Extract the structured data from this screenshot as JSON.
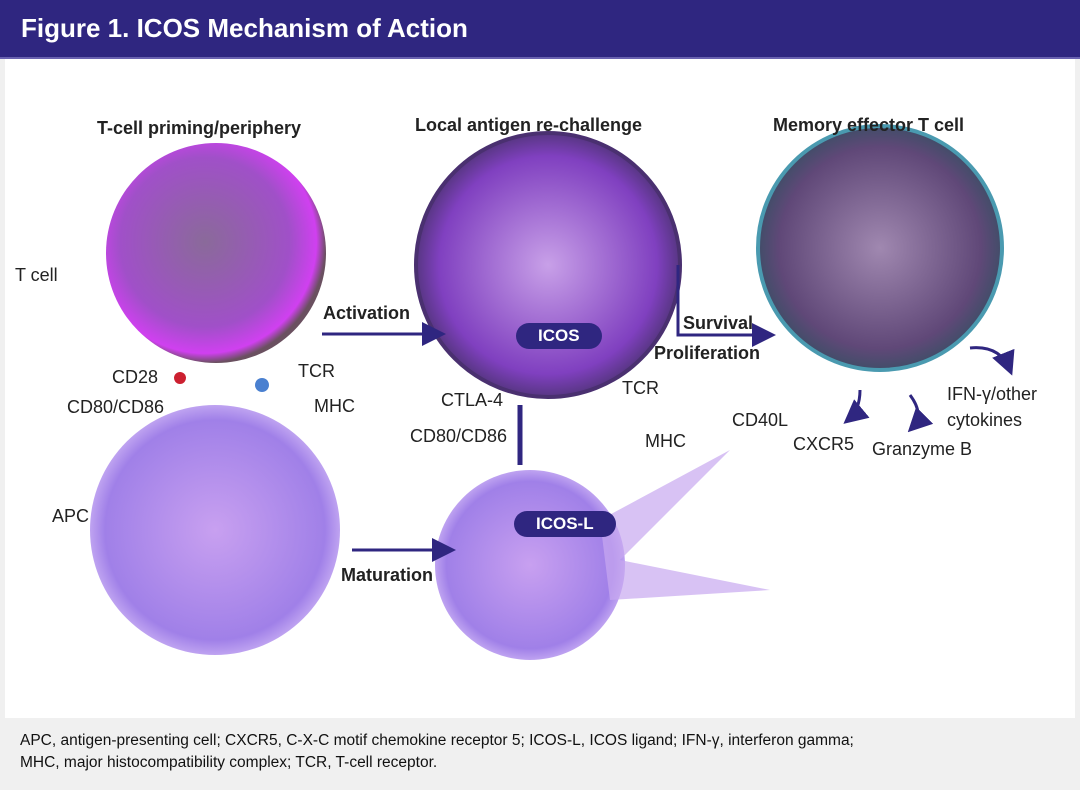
{
  "header": {
    "title": "Figure 1. ICOS Mechanism of Action"
  },
  "stages": {
    "priming": "T-cell priming/periphery",
    "rechallenge": "Local antigen re-challenge",
    "memory": "Memory effector T cell"
  },
  "labels": {
    "t_cell": "T cell",
    "cd28": "CD28",
    "cd80_86_left": "CD80/CD86",
    "tcr_left": "TCR",
    "mhc_left": "MHC",
    "apc": "APC",
    "activation": "Activation",
    "maturation": "Maturation",
    "icos": "ICOS",
    "icos_l": "ICOS-L",
    "ctla4": "CTLA-4",
    "cd80_86_mid": "CD80/CD86",
    "tcr_mid": "TCR",
    "mhc_mid": "MHC",
    "survival": "Survival",
    "proliferation": "Proliferation",
    "cd40l": "CD40L",
    "cxcr5": "CXCR5",
    "granzyme_b": "Granzyme B",
    "ifn": "IFN-γ/other",
    "cytokines": "cytokines"
  },
  "footnote": {
    "line1": "APC, antigen-presenting cell; CXCR5, C-X-C motif chemokine receptor 5; ICOS-L, ICOS ligand; IFN-γ, interferon gamma;",
    "line2": "MHC, major histocompatibility complex; TCR, T-cell receptor."
  },
  "colors": {
    "header": "#2f2680",
    "arrow": "#2f2680"
  }
}
